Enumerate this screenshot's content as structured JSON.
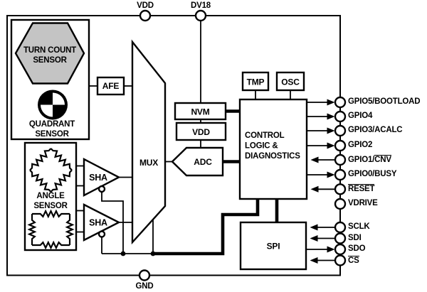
{
  "colors": {
    "line": "#000000",
    "background": "#ffffff",
    "hexagon_fill": "#c4c4c4"
  },
  "top_pins": [
    {
      "label": "VDD"
    },
    {
      "label": "DV18"
    }
  ],
  "bottom_pin": {
    "label": "GND"
  },
  "blocks": {
    "turn_count": {
      "line1": "TURN COUNT",
      "line2": "SENSOR"
    },
    "quadrant": {
      "line1": "QUADRANT",
      "line2": "SENSOR"
    },
    "angle": {
      "line1": "ANGLE",
      "line2": "SENSOR"
    },
    "afe": "AFE",
    "sha1": "SHA",
    "sha2": "SHA",
    "mux": "MUX",
    "nvm": "NVM",
    "vdd_reg": "VDD",
    "adc": "ADC",
    "tmp": "TMP",
    "osc": "OSC",
    "control": {
      "line1": "CONTROL",
      "line2": "LOGIC &",
      "line3": "DIAGNOSTICS"
    },
    "spi": "SPI"
  },
  "right_pins": [
    {
      "pre": "GPIO5/BOOTLOAD",
      "over": "",
      "direction": "out"
    },
    {
      "pre": "GPIO4",
      "over": "",
      "direction": "out"
    },
    {
      "pre": "GPIO3/ACALC",
      "over": "",
      "direction": "out"
    },
    {
      "pre": "GPIO2",
      "over": "",
      "direction": "out"
    },
    {
      "pre": "GPIO1/",
      "over": "CNV",
      "direction": "in"
    },
    {
      "pre": "GPIO0/BUSY",
      "over": "",
      "direction": "out"
    },
    {
      "pre": "",
      "over": "RESET",
      "direction": "in"
    },
    {
      "pre": "VDRIVE",
      "over": "",
      "direction": "none"
    },
    {
      "pre": "SCLK",
      "over": "",
      "direction": "in"
    },
    {
      "pre": "SDI",
      "over": "",
      "direction": "in"
    },
    {
      "pre": "SDO",
      "over": "",
      "direction": "out"
    },
    {
      "pre": "",
      "over": "CS",
      "direction": "in"
    }
  ]
}
